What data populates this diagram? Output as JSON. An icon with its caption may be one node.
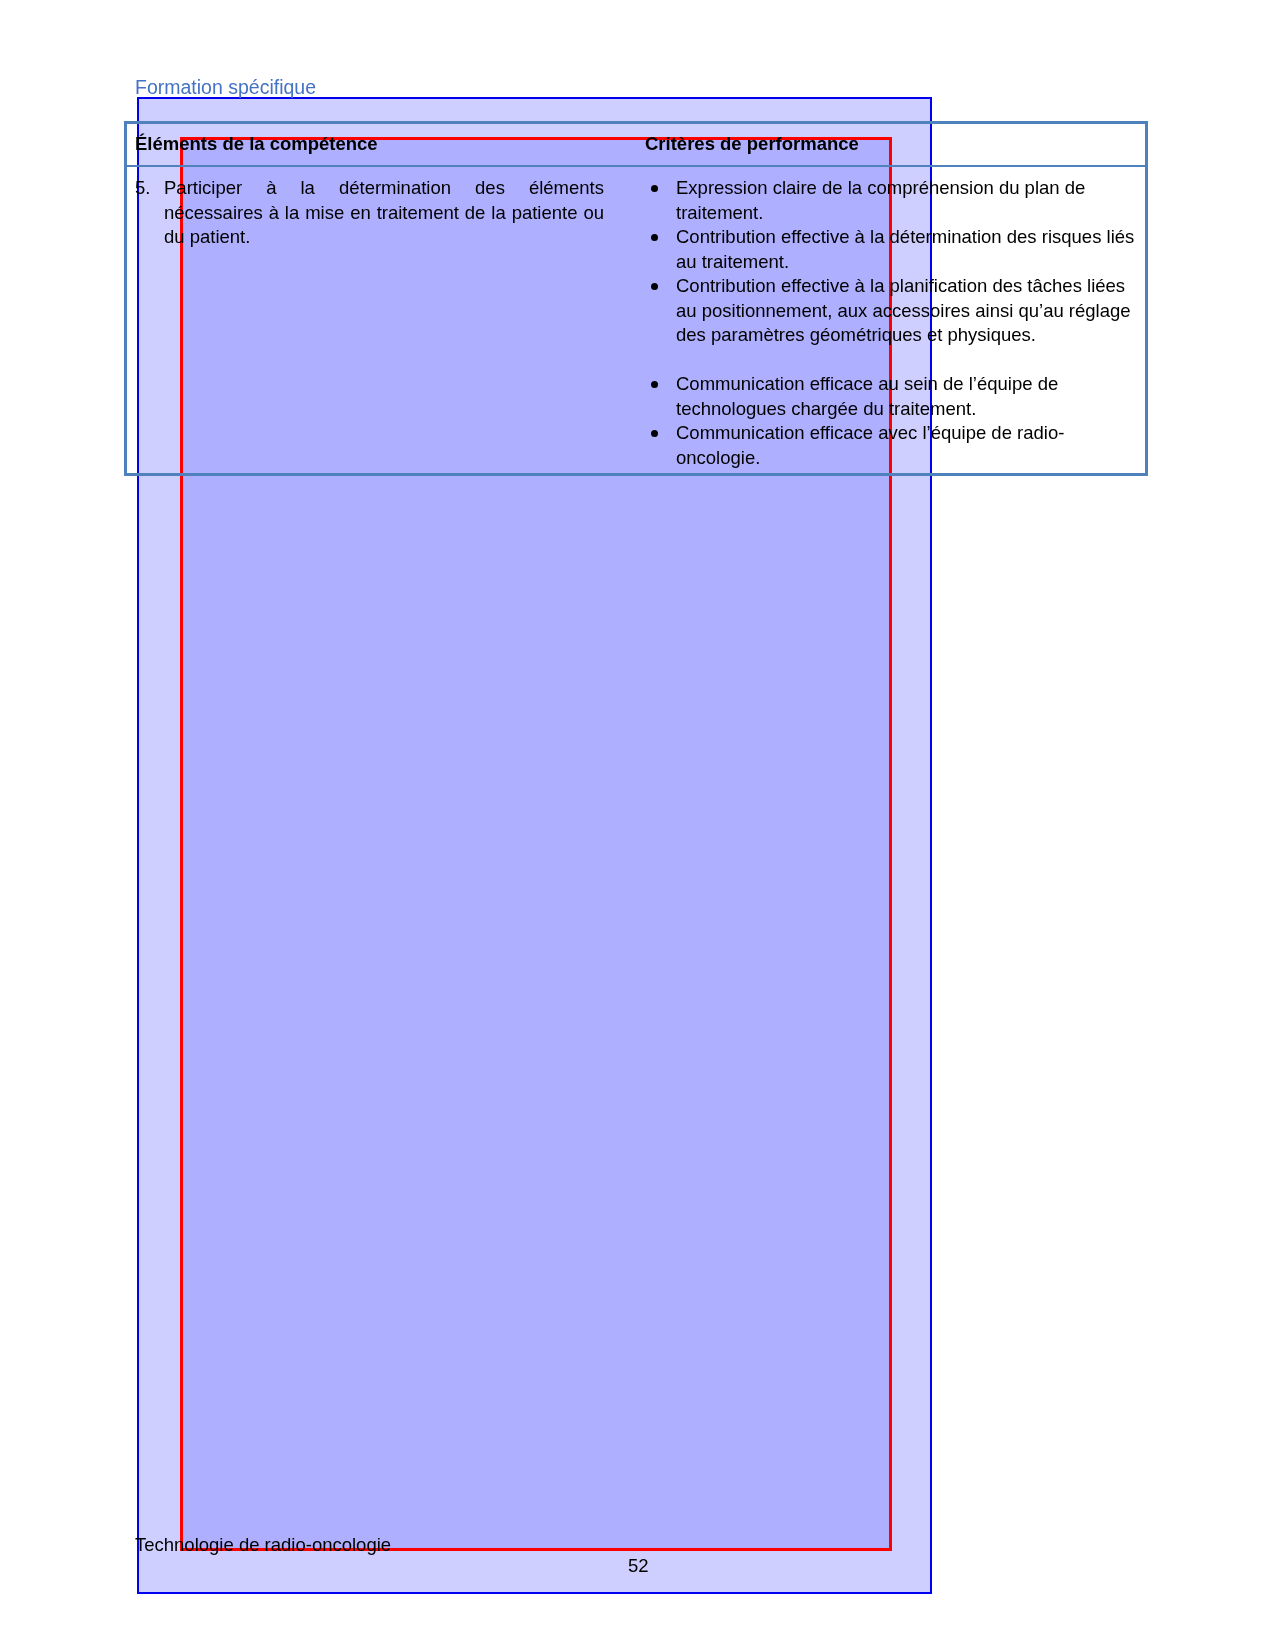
{
  "diagram": {
    "labels": [
      "Formation spécifique",
      "Éléments de la compétence",
      "Critères de performance",
      "5.",
      "Participer à la détermination des éléments nécessaires à la mise en traitement de la patiente ou du patient.",
      "Expression claire de la compréhension du plan de traitement.",
      "Contribution effective à la détermination des risques liés au traitement.",
      "Contribution effective à la planification des tâches liées au positionnement, aux accessoires ainsi qu’au réglage des paramètres géométriques et physiques.",
      "Communication efficace au sein de l’équipe de technologues chargée du traitement.",
      "Communication efficace avec l’équipe de radio-oncologie.",
      "Technologie de radio-oncologie",
      "52"
    ]
  }
}
